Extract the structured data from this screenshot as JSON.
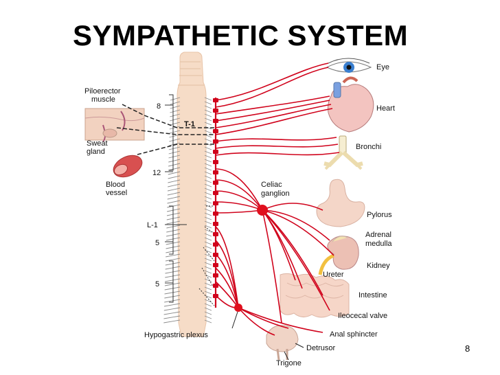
{
  "slide": {
    "title": "SYMPATHETIC SYSTEM",
    "page_number": "8"
  },
  "diagram": {
    "spinal_levels": {
      "c8": "8",
      "t1": "T-1",
      "t12": "12",
      "l1": "L-1",
      "l5": "5",
      "s5": "5"
    },
    "labels": {
      "piloerector": [
        "Piloerector",
        "muscle"
      ],
      "sweat_gland": [
        "Sweat",
        "gland"
      ],
      "blood_vessel": [
        "Blood",
        "vessel"
      ],
      "celiac_ganglion": [
        "Celiac",
        "ganglion"
      ],
      "hypogastric": "Hypogastric plexus",
      "eye": "Eye",
      "heart": "Heart",
      "bronchi": "Bronchi",
      "pylorus": "Pylorus",
      "adrenal": [
        "Adrenal",
        "medulla"
      ],
      "kidney": "Kidney",
      "ureter": "Ureter",
      "intestine": "Intestine",
      "ileocecal": "Ileocecal valve",
      "anal": "Anal sphincter",
      "detrusor": "Detrusor",
      "trigone": "Trigone"
    },
    "colors": {
      "nerve": "#d0021b",
      "ganglion": "#e0101e",
      "spine": "#f6dcc7",
      "organ": "#f3c9b8",
      "eye_iris": "#3a7fd0"
    }
  }
}
